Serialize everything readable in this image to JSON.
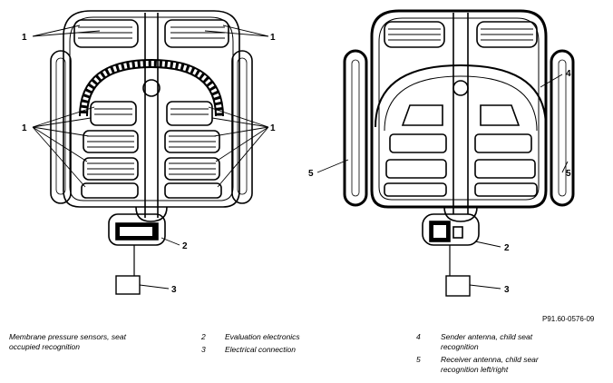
{
  "figure_ref": "P91.60-0576-09",
  "callouts": {
    "left_top_left": "1",
    "left_top_right": "1",
    "left_mid_left": "1",
    "left_mid_right": "1",
    "left_electronics": "2",
    "left_connector": "3",
    "right_sender": "4",
    "right_receiver_left": "5",
    "right_receiver_right": "5",
    "right_electronics": "2",
    "right_connector": "3"
  },
  "legend": [
    {
      "num": "",
      "text_1": "Membrane pressure sensors, seat",
      "text_2": "occupied recognition"
    },
    {
      "num": "2",
      "text_1": "Evaluation electronics",
      "text_2": ""
    },
    {
      "num": "3",
      "text_1": "Electrical connection",
      "text_2": ""
    },
    {
      "num": "4",
      "text_1": "Sender antenna, child seat",
      "text_2": "recognition"
    },
    {
      "num": "5",
      "text_1": "Receiver antenna, child sear",
      "text_2": "recognition left/right"
    }
  ]
}
